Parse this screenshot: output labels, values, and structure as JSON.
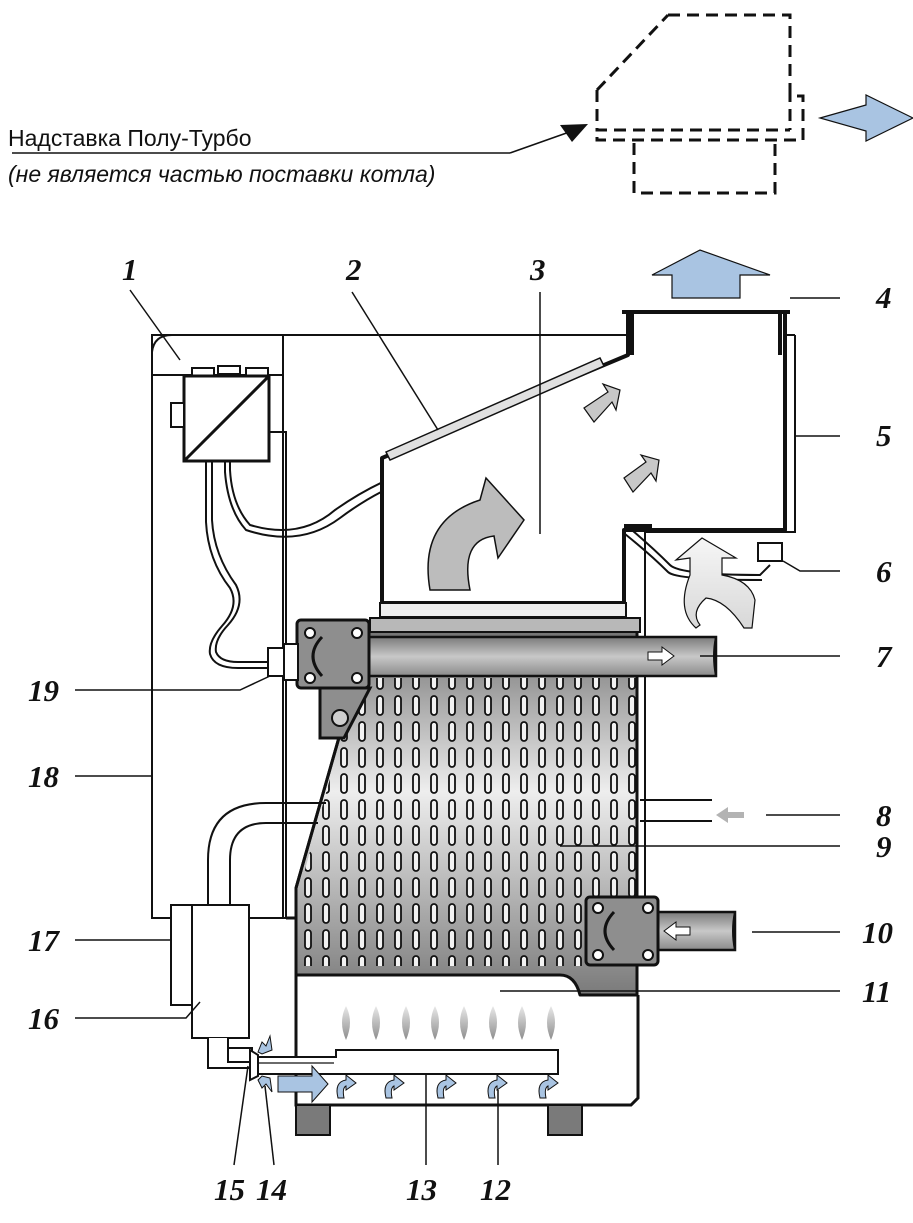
{
  "caption": {
    "line1": "Надставка Полу-Турбо",
    "line2": "(не является частью поставки котла)"
  },
  "labels": {
    "n1": "1",
    "n2": "2",
    "n3": "3",
    "n4": "4",
    "n5": "5",
    "n6": "6",
    "n7": "7",
    "n8": "8",
    "n9": "9",
    "n10": "10",
    "n11": "11",
    "n12": "12",
    "n13": "13",
    "n14": "14",
    "n15": "15",
    "n16": "16",
    "n17": "17",
    "n18": "18",
    "n19": "19"
  },
  "colors": {
    "outline": "#111111",
    "panel": "#dcdcdc",
    "metal_dark": "#777777",
    "metal_light": "#e6e6e6",
    "gas_arrow": "#a9c4e2",
    "flame": "#a0a0a0",
    "smoke_arrow": "#b3b3b3"
  }
}
